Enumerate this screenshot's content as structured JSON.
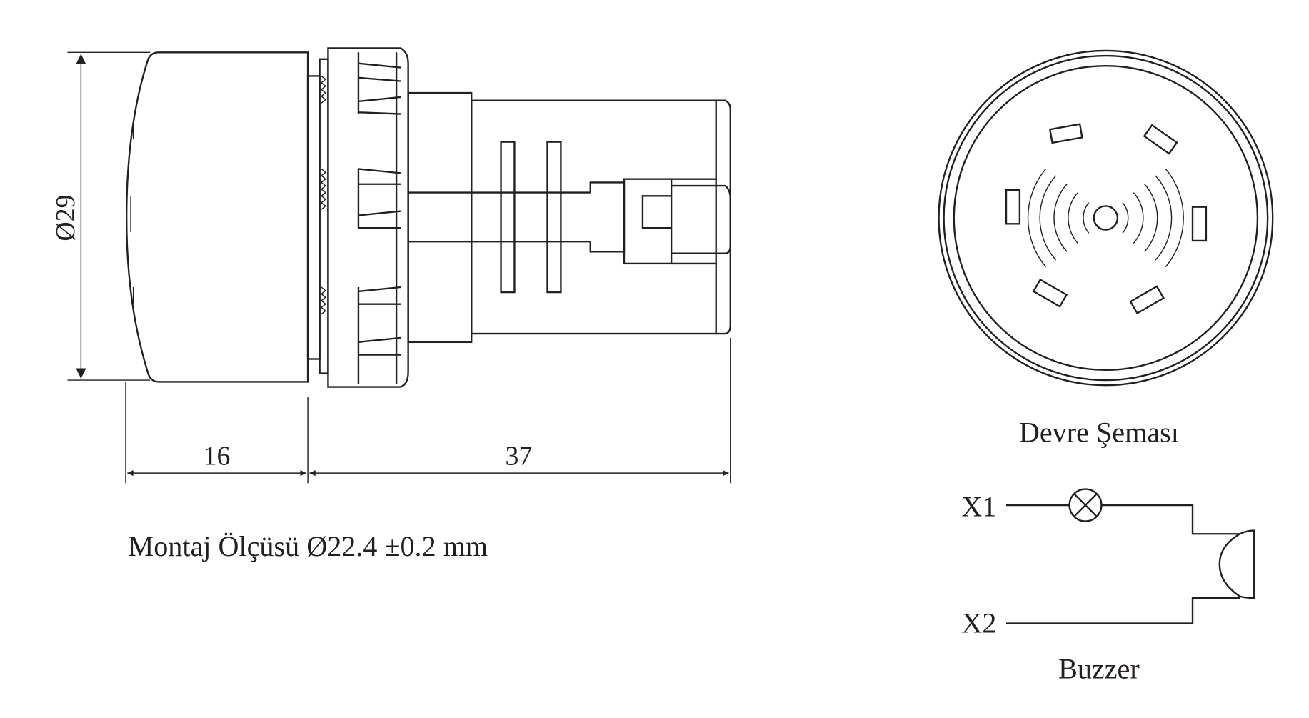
{
  "side_view": {
    "diameter_label": "Ø29",
    "dim_front": "16",
    "dim_body": "37",
    "mounting_note": "Montaj Ölçüsü Ø22.4 ±0.2 mm"
  },
  "circuit": {
    "title": "Devre Şeması",
    "terminal_1": "X1",
    "terminal_2": "X2",
    "component_label": "Buzzer"
  },
  "colors": {
    "line": "#231f20",
    "background": "#ffffff"
  }
}
